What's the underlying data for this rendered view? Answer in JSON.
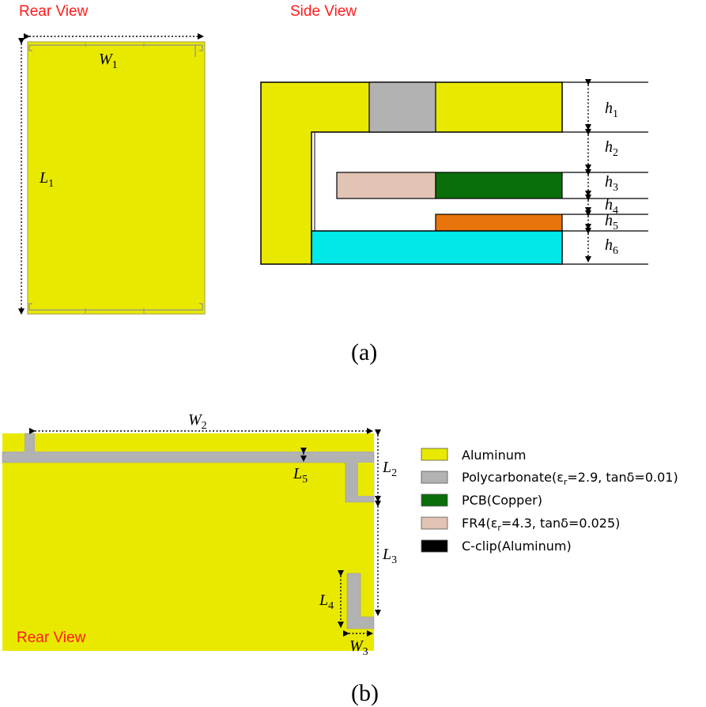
{
  "panel_a": {
    "rear_view_title": "Rear View",
    "side_view_title": "Side View",
    "caption": "(a)",
    "labels": {
      "w1": {
        "base": "W",
        "sub": "1"
      },
      "l1": {
        "base": "L",
        "sub": "1"
      },
      "h1": {
        "base": "h",
        "sub": "1"
      },
      "h2": {
        "base": "h",
        "sub": "2"
      },
      "h3": {
        "base": "h",
        "sub": "3"
      },
      "h4": {
        "base": "h",
        "sub": "4"
      },
      "h5": {
        "base": "h",
        "sub": "5"
      },
      "h6": {
        "base": "h",
        "sub": "6"
      }
    }
  },
  "panel_b": {
    "rear_view_title": "Rear View",
    "caption": "(b)",
    "labels": {
      "w2": {
        "base": "W",
        "sub": "2"
      },
      "w3": {
        "base": "W",
        "sub": "3"
      },
      "l2": {
        "base": "L",
        "sub": "2"
      },
      "l3": {
        "base": "L",
        "sub": "3"
      },
      "l4": {
        "base": "L",
        "sub": "4"
      },
      "l5": {
        "base": "L",
        "sub": "5"
      }
    }
  },
  "legend": [
    {
      "label": "Aluminum",
      "color": "#e9e900"
    },
    {
      "label_pre": "Polycarbonate(ε",
      "label_sub": "r",
      "label_post": "=2.9, tanδ=0.01)",
      "color": "#b2b2b2"
    },
    {
      "label": "PCB(Copper)",
      "color": "#0a6e0a"
    },
    {
      "label_pre": "FR4(ε",
      "label_sub": "r",
      "label_post": "=4.3, tanδ=0.025)",
      "color": "#e2c4b4"
    },
    {
      "label": "C-clip(Aluminum)",
      "color": "#000000"
    }
  ],
  "colors": {
    "aluminum": "#e9e900",
    "polycarbonate": "#b2b2b2",
    "pcb": "#0a6e0a",
    "fr4": "#e2c4b4",
    "copper_orange": "#e8740c",
    "cyan": "#00e8e8"
  }
}
